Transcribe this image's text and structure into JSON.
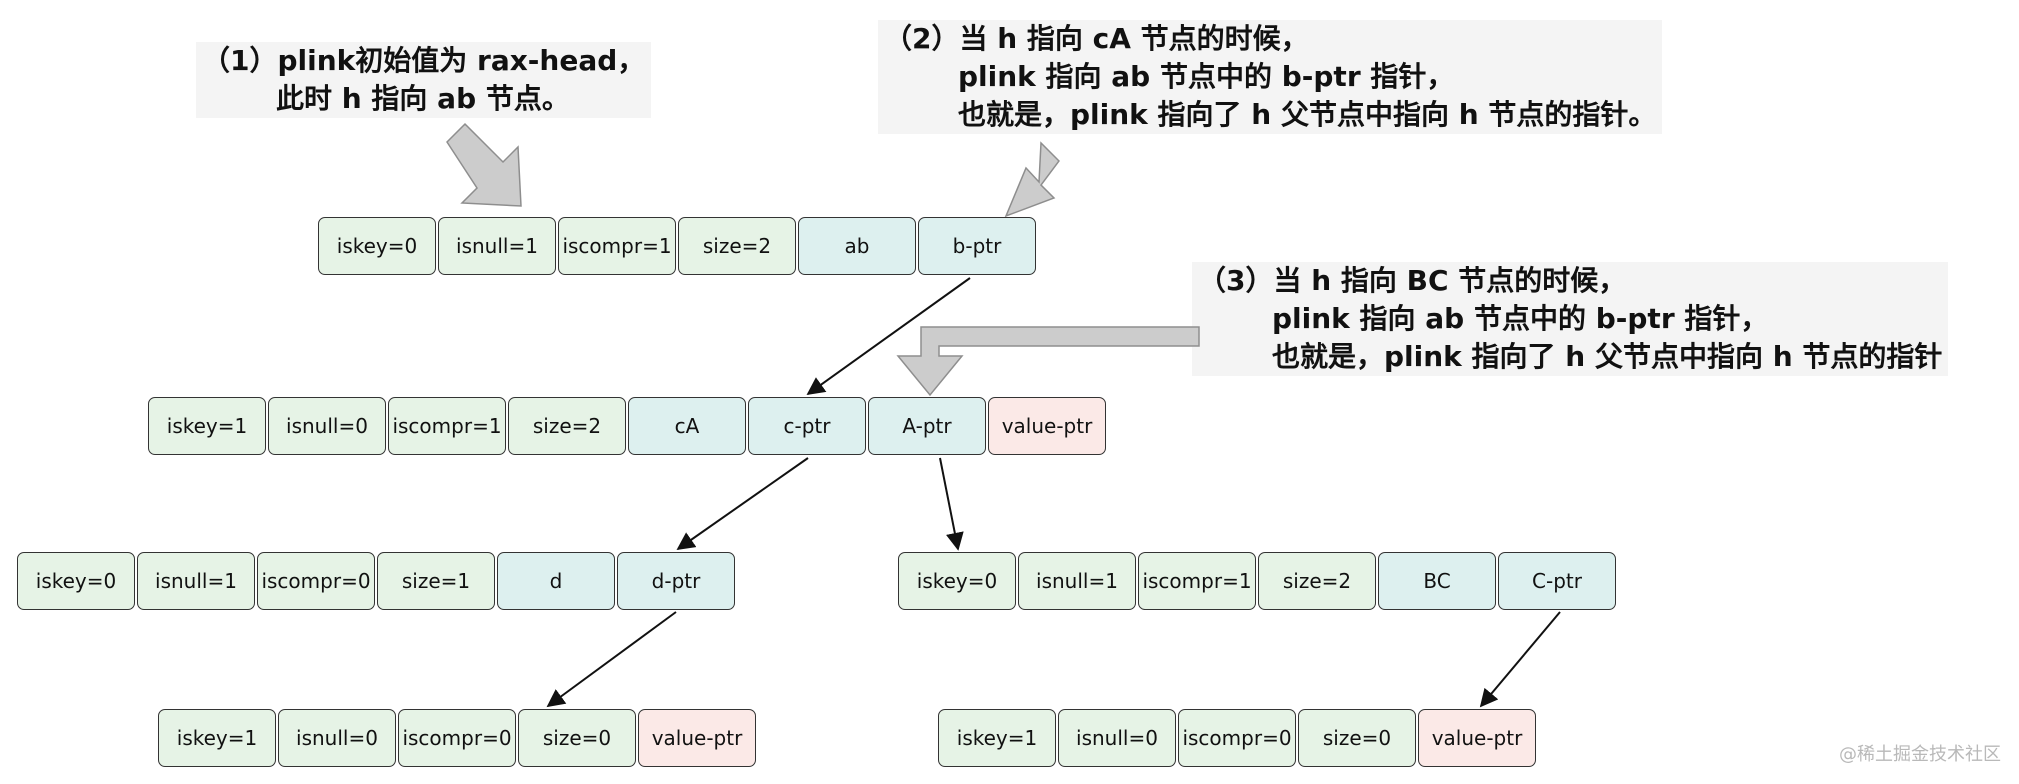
{
  "notes": {
    "note1": {
      "lines": [
        "（1）plink初始值为 rax-head，",
        "此时 h 指向 ab 节点。"
      ]
    },
    "note2": {
      "lines": [
        "（2）当 h 指向 cA 节点的时候，",
        "plink 指向 ab 节点中的 b-ptr 指针，",
        "也就是，plink 指向了 h 父节点中指向 h 节点的指针。"
      ]
    },
    "note3": {
      "lines": [
        "（3）当 h 指向 BC 节点的时候，",
        "plink 指向 ab 节点中的 b-ptr 指针，",
        "也就是，plink 指向了 h 父节点中指向 h 节点的指针"
      ]
    }
  },
  "nodes": {
    "ab": [
      "iskey=0",
      "isnull=1",
      "iscompr=1",
      "size=2",
      "ab",
      "b-ptr"
    ],
    "cA": [
      "iskey=1",
      "isnull=0",
      "iscompr=1",
      "size=2",
      "cA",
      "c-ptr",
      "A-ptr",
      "value-ptr"
    ],
    "d": [
      "iskey=0",
      "isnull=1",
      "iscompr=0",
      "size=1",
      "d",
      "d-ptr"
    ],
    "BC": [
      "iskey=0",
      "isnull=1",
      "iscompr=1",
      "size=2",
      "BC",
      "C-ptr"
    ],
    "leaf_d": [
      "iskey=1",
      "isnull=0",
      "iscompr=0",
      "size=0",
      "value-ptr"
    ],
    "leaf_BC": [
      "iskey=1",
      "isnull=0",
      "iscompr=0",
      "size=0",
      "value-ptr"
    ]
  },
  "colors": {
    "meta_cell": "#e6f3e6",
    "key_cell": "#ddf0ef",
    "value_cell": "#fbe9e7",
    "border": "#333333",
    "pointer_arrow": "#cccccc"
  },
  "watermark": "@稀土掘金技术社区"
}
